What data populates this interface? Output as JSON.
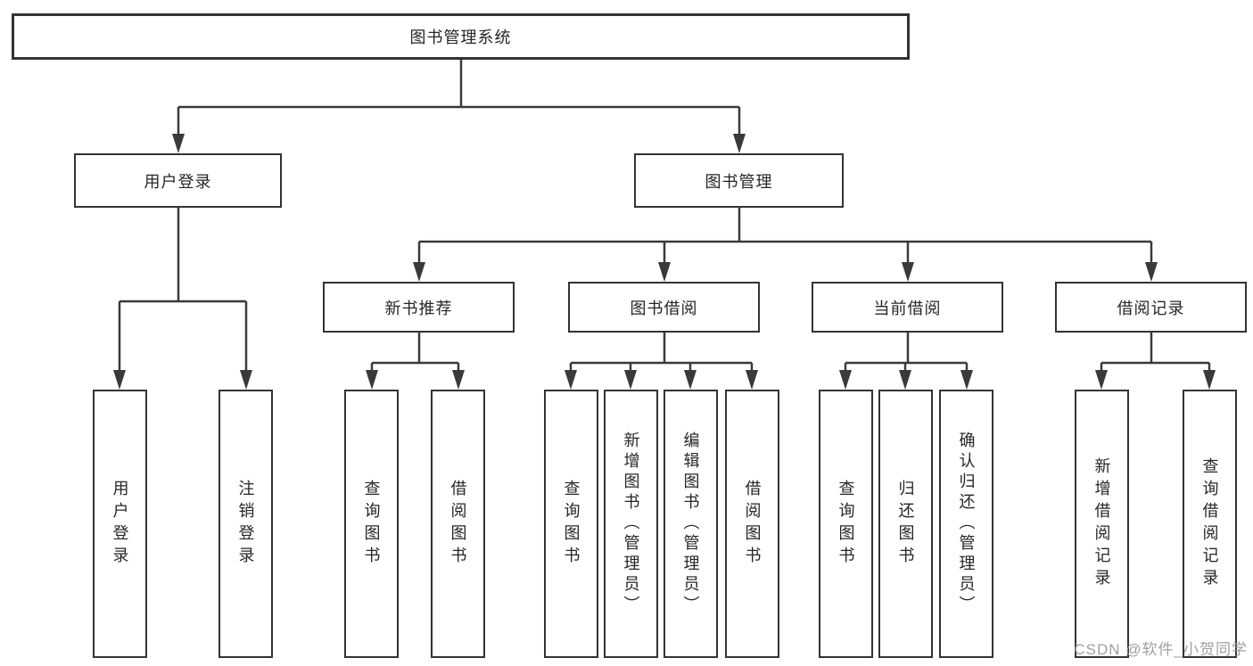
{
  "diagram": {
    "watermark": "CSDN @软件_小贺同学",
    "colors": {
      "background": "#ffffff",
      "line": "#3a3a3a",
      "box_border": "#333333",
      "text": "#262626",
      "watermark": "#969696"
    }
  },
  "tree": {
    "root": {
      "label": "图书管理系统",
      "children": [
        {
          "label": "用户登录",
          "children": [
            {
              "label": "用户登录"
            },
            {
              "label": "注销登录"
            }
          ]
        },
        {
          "label": "图书管理",
          "children": [
            {
              "label": "新书推荐",
              "children": [
                {
                  "label": "查询图书"
                },
                {
                  "label": "借阅图书"
                }
              ]
            },
            {
              "label": "图书借阅",
              "children": [
                {
                  "label": "查询图书"
                },
                {
                  "label": "新增图书（管理员）"
                },
                {
                  "label": "编辑图书（管理员）"
                },
                {
                  "label": "借阅图书"
                }
              ]
            },
            {
              "label": "当前借阅",
              "children": [
                {
                  "label": "查询图书"
                },
                {
                  "label": "归还图书"
                },
                {
                  "label": "确认归还（管理员）"
                }
              ]
            },
            {
              "label": "借阅记录",
              "children": [
                {
                  "label": "新增借阅记录"
                },
                {
                  "label": "查询借阅记录"
                }
              ]
            }
          ]
        }
      ]
    }
  }
}
